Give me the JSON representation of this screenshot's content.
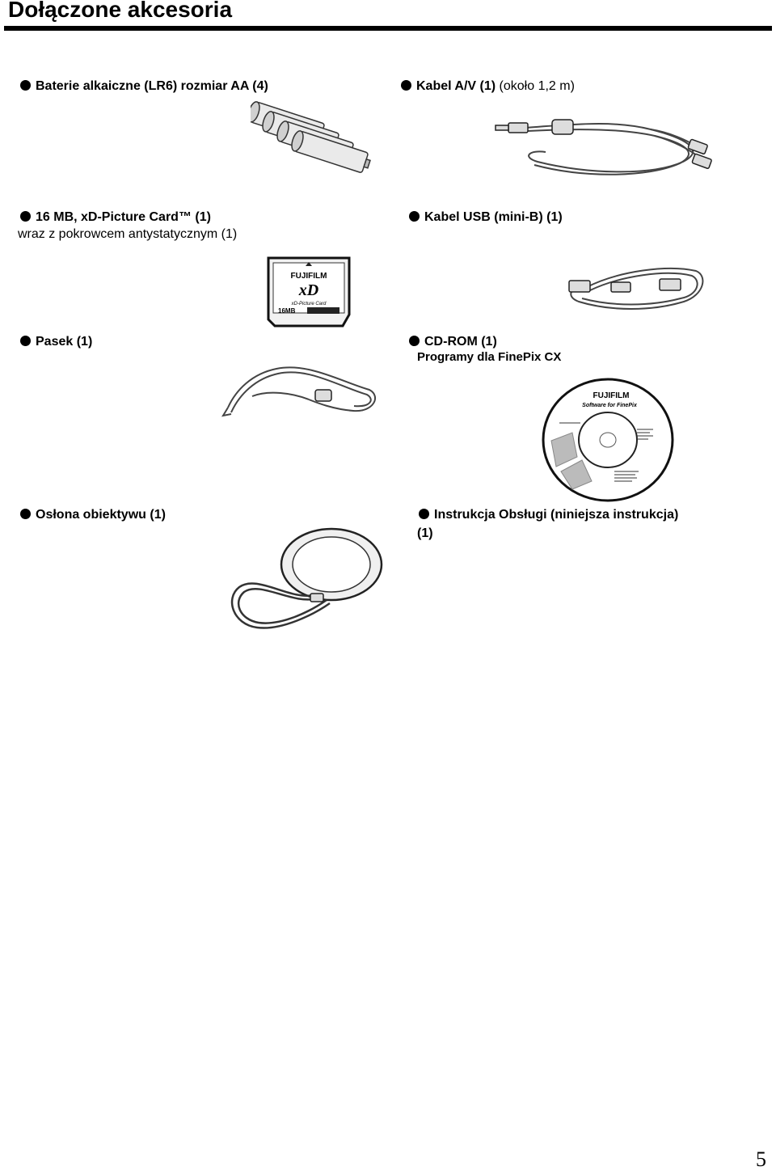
{
  "title": "Dołączone akcesoria",
  "items": {
    "batteries": {
      "label": "Baterie alkaiczne (LR6) rozmiar AA (4)",
      "icon": "aa-batteries-icon"
    },
    "av_cable": {
      "label_bold": "Kabel A/V (1)",
      "label_plain": " (około 1,2 m)",
      "icon": "av-cable-icon"
    },
    "xd_card": {
      "label": "16 MB, xD-Picture Card™ (1)",
      "sublabel": "wraz z pokrowcem antystatycznym (1)",
      "icon": "xd-picture-card-icon",
      "card_brand": "FUJIFILM",
      "card_logo": "xD",
      "card_name": "xD-Picture Card",
      "card_capacity": "16MB"
    },
    "usb_cable": {
      "label": "Kabel USB (mini-B) (1)",
      "icon": "usb-cable-icon"
    },
    "strap": {
      "label": "Pasek (1)",
      "icon": "strap-icon"
    },
    "cdrom": {
      "label": "CD-ROM (1)",
      "sublabel": "Programy dla FinePix CX",
      "icon": "cd-rom-icon",
      "disc_brand": "FUJIFILM",
      "disc_title": "Software for FinePix"
    },
    "lens_cap": {
      "label": "Osłona obiektywu (1)",
      "icon": "lens-cap-icon"
    },
    "manual": {
      "label": "Instrukcja Obsługi (niniejsza instrukcja)",
      "label_line2": "(1)"
    }
  },
  "page_number": "5"
}
